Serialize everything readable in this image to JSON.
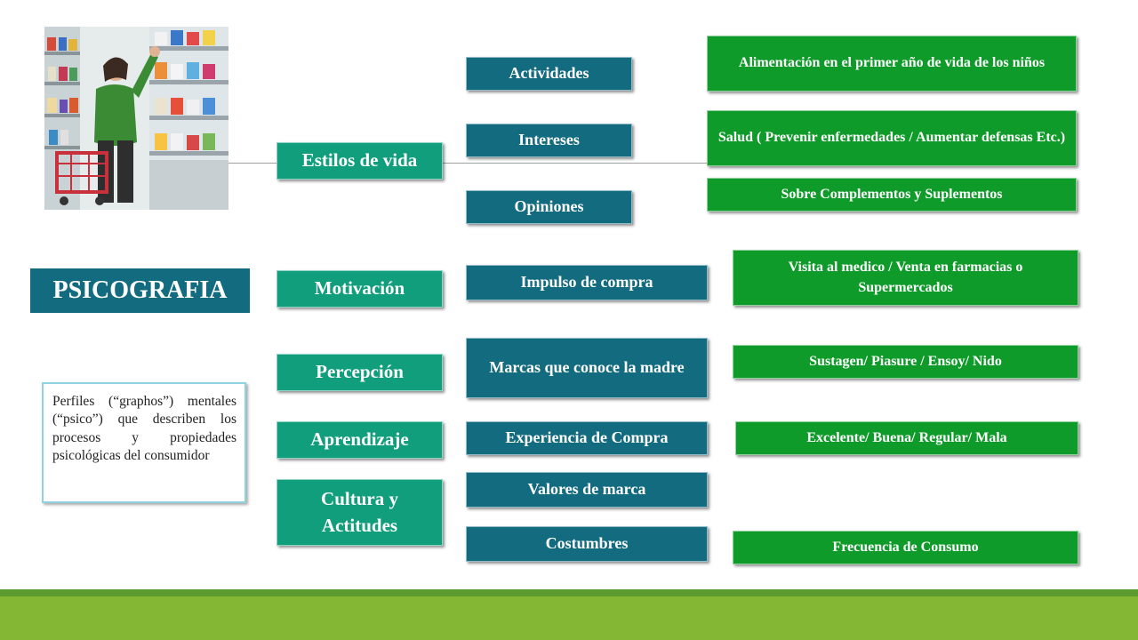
{
  "title": "PSICOGRAFIA",
  "description": "Perfiles (“graphos”) mentales (“psico”) que describen los procesos y propiedades psicológicas del consumidor",
  "categories": {
    "estilos": "Estilos de vida",
    "motivacion": "Motivación",
    "percepcion": "Percepción",
    "aprendizaje": "Aprendizaje",
    "cultura": "Cultura y Actitudes"
  },
  "items": {
    "actividades": "Actividades",
    "intereses": "Intereses",
    "opiniones": "Opiniones",
    "impulso": "Impulso de compra",
    "marcas": "Marcas que conoce la madre",
    "experiencia": "Experiencia de Compra",
    "valores": "Valores de marca",
    "costumbres": "Costumbres"
  },
  "details": {
    "alimentacion": "Alimentación en el primer año de vida de los niños",
    "salud": "Salud ( Prevenir enfermedades / Aumentar defensas Etc.)",
    "complementos": "Sobre Complementos y Suplementos",
    "visita": "Visita al medico / Venta en farmacias o Supermercados",
    "sustagen": "Sustagen/ Piasure / Ensoy/ Nido",
    "excelente": "Excelente/ Buena/  Regular/  Mala",
    "frecuencia": "Frecuencia de Consumo"
  },
  "colors": {
    "category": "#119e7c",
    "item": "#136b80",
    "detail": "#0f9b29",
    "footer_dark": "#5b9b2f",
    "footer_light": "#84b733"
  }
}
